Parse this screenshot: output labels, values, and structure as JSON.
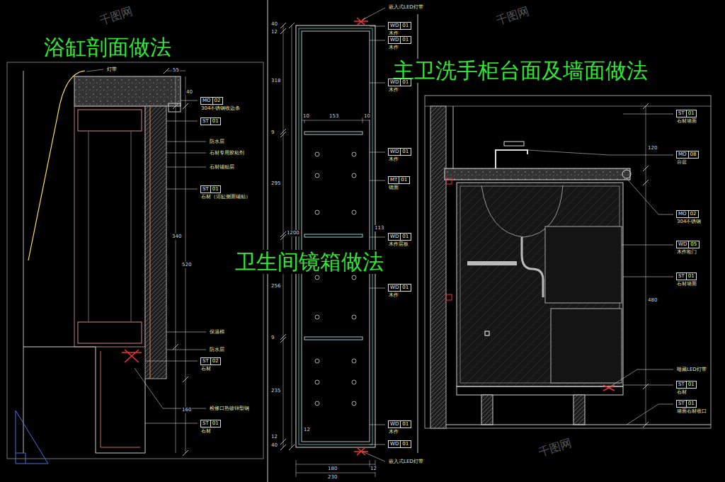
{
  "diagram": {
    "nodes": [
      {
        "text": [
          "MO",
          "02"
        ]
      },
      {
        "text": [
          "ST",
          "01"
        ]
      },
      {
        "text": [
          "ST",
          "01"
        ]
      },
      {
        "text": [
          "ST",
          "02"
        ]
      },
      {
        "text": [
          "ST",
          "01"
        ]
      },
      {
        "text": [
          "WD",
          "01"
        ]
      },
      {
        "text": [
          "WD",
          "01"
        ]
      },
      {
        "text": [
          "WD",
          "01"
        ]
      },
      {
        "text": [
          "WD",
          "01"
        ]
      },
      {
        "text": [
          "MT",
          "01"
        ]
      },
      {
        "text": [
          "WD",
          "01"
        ]
      },
      {
        "text": [
          "WD",
          "01"
        ]
      },
      {
        "text": [
          "WD",
          "01"
        ]
      },
      {
        "text": [
          "WD",
          "01"
        ]
      },
      {
        "text": [
          "ST",
          "01"
        ]
      },
      {
        "text": [
          "MO",
          "08"
        ]
      },
      {
        "text": [
          "MO",
          "02"
        ]
      },
      {
        "text": [
          "WD",
          "05"
        ]
      },
      {
        "text": [
          "ST",
          "01"
        ]
      },
      {
        "text": [
          "ST",
          "01"
        ]
      },
      {
        "text": [
          "ST",
          "01"
        ]
      }
    ],
    "labels": [
      "浴缸剖面做法",
      "卫生间镜箱做法",
      "主卫洗手柜台面及墙面做法",
      "灯带",
      "304不锈钢收边条",
      "防水层",
      "石材专用胶粘剂",
      "石材铺贴层",
      "石材（浴缸侧面铺贴）",
      "保温棉",
      "防水层",
      "石材",
      "检修口热镀锌型钢",
      "石材",
      "55",
      "40",
      "340",
      "520",
      "160",
      "嵌入式LED灯带",
      "木作",
      "木作",
      "木作",
      "木作",
      "镜面",
      "木作层板",
      "木作",
      "木作",
      "嵌入式LED灯带",
      "40",
      "12",
      "318",
      "9",
      "295",
      "1200",
      "256",
      "9",
      "235",
      "12",
      "40",
      "10",
      "153",
      "10",
      "113",
      "180",
      "230",
      "12",
      "12",
      "石材墙面",
      "台盆",
      "304不锈钢",
      "木作柜门",
      "石材墙面",
      "暗藏LED灯带",
      "石材",
      "墙面石材收口",
      "120",
      "480",
      "千图网",
      "千图网",
      "千图网"
    ]
  }
}
